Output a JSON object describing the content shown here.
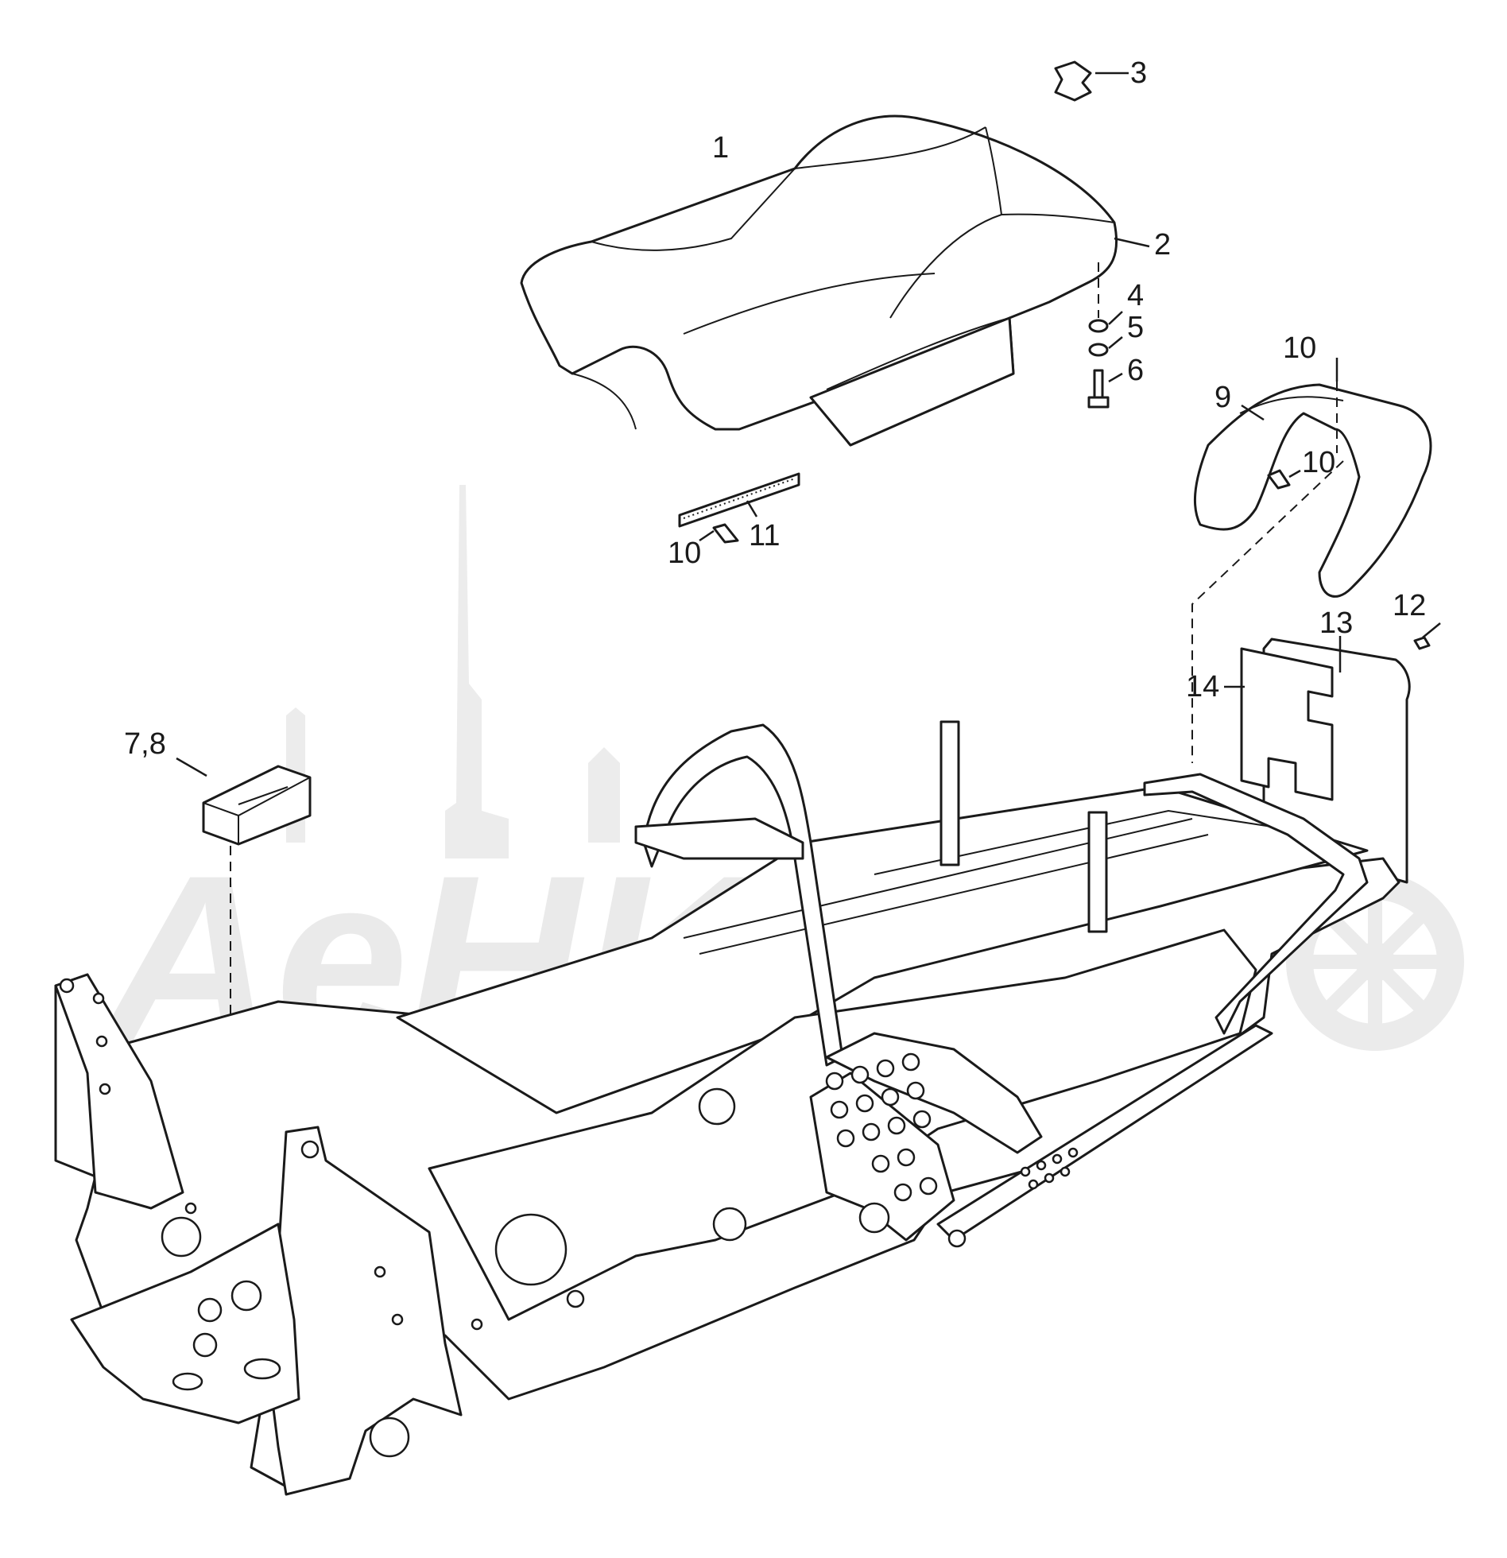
{
  "watermark": {
    "text": "AeHKem"
  },
  "callouts": {
    "c1": "1",
    "c2": "2",
    "c3": "3",
    "c4": "4",
    "c5": "5",
    "c6": "6",
    "c78": "7,8",
    "c9": "9",
    "c10a": "10",
    "c10b": "10",
    "c10c": "10",
    "c11": "11",
    "c12": "12",
    "c13": "13",
    "c14": "14"
  }
}
